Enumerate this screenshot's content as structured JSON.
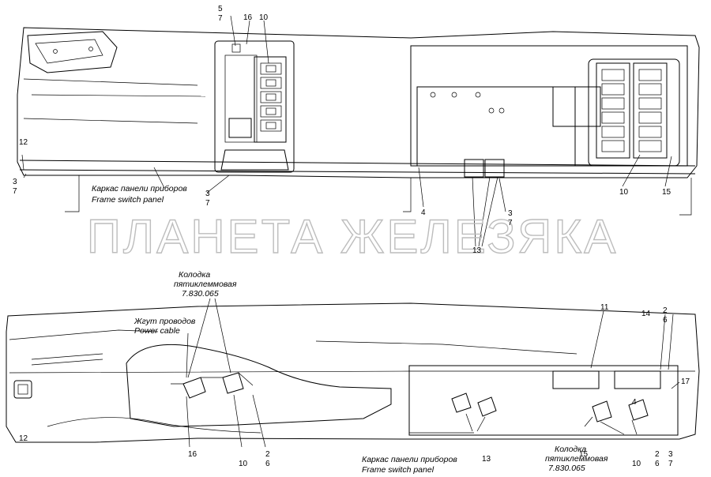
{
  "watermark": "ПЛАНЕТА ЖЕЛЕЗЯКА",
  "top_view": {
    "callouts": {
      "c5": "5",
      "c7a": "7",
      "c16": "16",
      "c10a": "10",
      "c12": "12",
      "c3a": "3",
      "c7b": "7",
      "c3b": "3",
      "c7c": "7",
      "c4": "4",
      "c3c": "3",
      "c7d": "7",
      "c13": "13",
      "c10b": "10",
      "c15": "15"
    },
    "caption_ru": "Каркас панели приборов",
    "caption_en": "Frame switch panel"
  },
  "bottom_view": {
    "block_caption_1": "Колодка",
    "block_caption_2": "пятиклеммовая",
    "block_caption_3": "7.830.065",
    "harness_ru": "Жгут проводов",
    "harness_en": "Power cable",
    "callouts": {
      "c11": "11",
      "c14": "14",
      "c2a": "2",
      "c6a": "6",
      "c17": "17",
      "c4": "4",
      "c12": "12",
      "c16": "16",
      "c10a": "10",
      "c2b": "2",
      "c6b": "6",
      "c13": "13",
      "c15": "15",
      "c10b": "10",
      "c2c": "2",
      "c6c": "6",
      "c3": "3",
      "c7": "7"
    },
    "caption_ru": "Каркас панели приборов",
    "caption_en": "Frame switch panel",
    "block2_caption_1": "Колодка",
    "block2_caption_2": "пятиклеммовая",
    "block2_caption_3": "7.830.065"
  }
}
